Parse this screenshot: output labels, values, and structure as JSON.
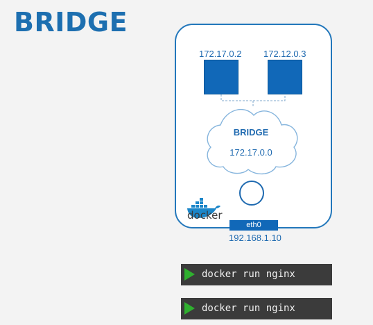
{
  "title": "BRIDGE",
  "host": {
    "containers": [
      {
        "ip": "172.17.0.2"
      },
      {
        "ip": "172.12.0.3"
      }
    ],
    "bridge": {
      "label": "BRIDGE",
      "ip": "172.17.0.0"
    },
    "logo_text": "docker",
    "interface": {
      "label": "eth0",
      "ip": "192.168.1.10"
    }
  },
  "commands": [
    {
      "text": "docker run nginx"
    },
    {
      "text": "docker run nginx"
    }
  ],
  "colors": {
    "accent": "#1168b8",
    "title": "#1d6fb0",
    "terminal": "#3b3b3b",
    "play": "#2fb02f"
  }
}
